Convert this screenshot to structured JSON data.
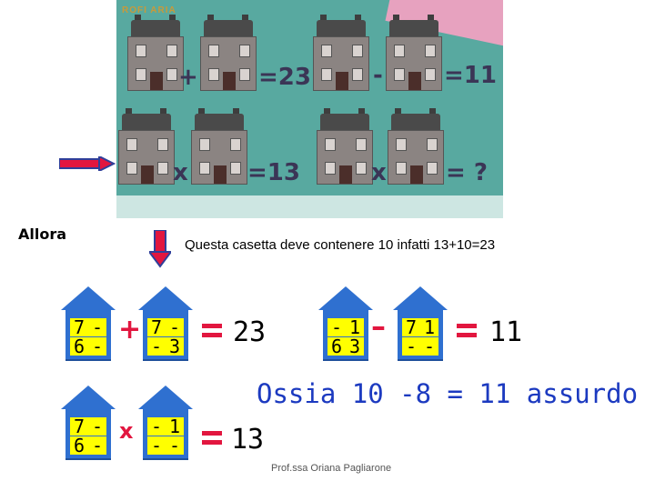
{
  "photo": {
    "stamp": "ROFI ARIA",
    "eq1": {
      "op": "+",
      "result": "=23"
    },
    "eq2": {
      "op": "-",
      "result": "=11"
    },
    "eq3": {
      "op": "x",
      "result": "=13"
    },
    "eq4": {
      "op": "x",
      "result": "= ?"
    }
  },
  "labels": {
    "allora": "Allora",
    "note": "Questa casetta deve contenere 10  infatti 13+10=23",
    "ossia": "Ossia 10 -8 =  11 assurdo",
    "author": "Prof.ssa Oriana Pagliarone"
  },
  "row1": {
    "house_a": [
      "7",
      "-",
      "6",
      "-"
    ],
    "op": "+",
    "house_b": [
      "7",
      "-",
      "-",
      "3"
    ],
    "result": "23",
    "house_c": [
      "-",
      "1",
      "6",
      "3"
    ],
    "op2": "–",
    "house_d": [
      "7",
      "1",
      "-",
      "-"
    ],
    "result2": "11"
  },
  "row2": {
    "house_a": [
      "7",
      "-",
      "6",
      "-"
    ],
    "op": "x",
    "house_b": [
      "-",
      "1",
      "-",
      "-"
    ],
    "result": "13"
  },
  "colors": {
    "house_blue": "#2f70d0",
    "cell_yellow": "#ffff00",
    "operator_red": "#e2163f",
    "text_blue": "#1c3ac0",
    "photo_teal": "#58a9a0"
  }
}
